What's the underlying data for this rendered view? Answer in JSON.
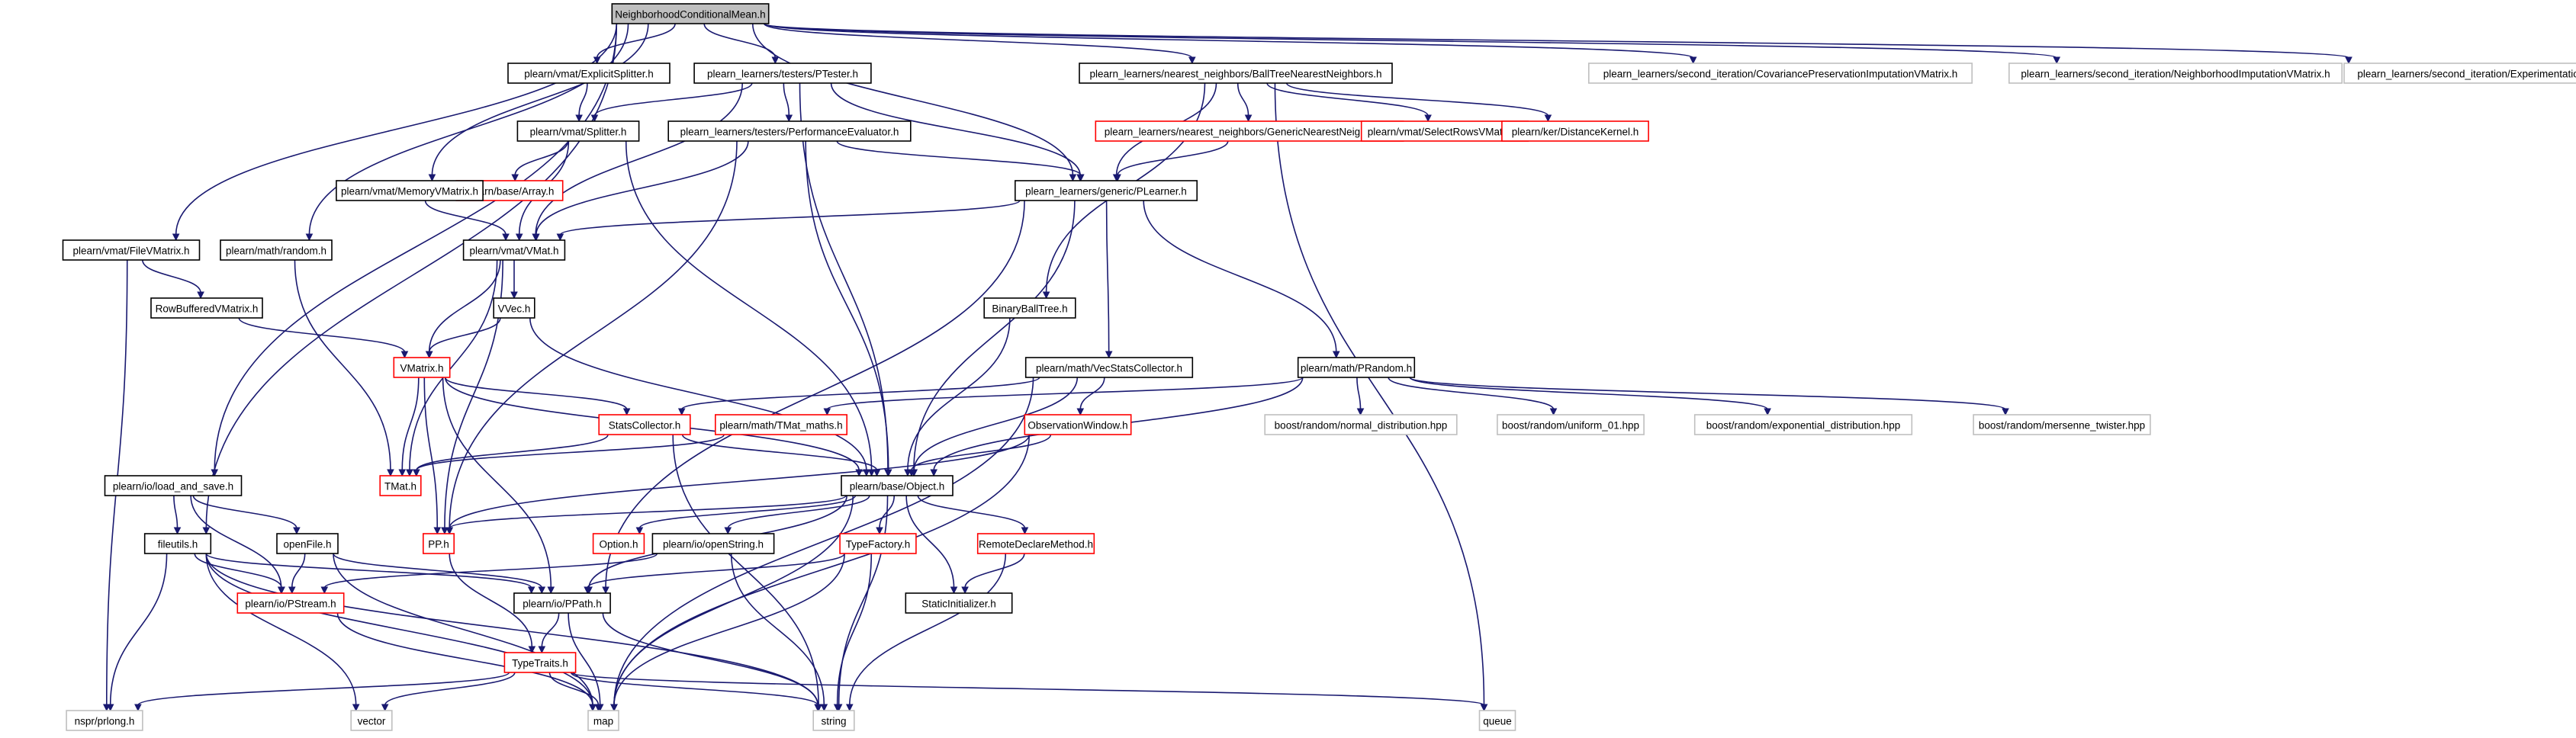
{
  "colors": {
    "edge": "#191970",
    "border_normal": "#000000",
    "border_partial": "#ff0000",
    "border_external": "#bfbfbf",
    "root_fill": "#bfbfbf",
    "fill": "#ffffff",
    "text": "#000000"
  },
  "nodes": [
    {
      "id": "root",
      "label": "NeighborhoodConditionalMean.h",
      "style": "root"
    },
    {
      "id": "explicitSplitter",
      "label": "plearn/vmat/ExplicitSplitter.h",
      "style": "normal"
    },
    {
      "id": "ptester",
      "label": "plearn_learners/testers/PTester.h",
      "style": "normal"
    },
    {
      "id": "ballTree",
      "label": "plearn_learners/nearest_neighbors/BallTreeNearestNeighbors.h",
      "style": "normal"
    },
    {
      "id": "covPres",
      "label": "plearn_learners/second_iteration/CovariancePreservationImputationVMatrix.h",
      "style": "external"
    },
    {
      "id": "nbImp",
      "label": "plearn_learners/second_iteration/NeighborhoodImputationVMatrix.h",
      "style": "external"
    },
    {
      "id": "experimentation",
      "label": "plearn_learners/second_iteration/Experimentation.h",
      "style": "external"
    },
    {
      "id": "splitter",
      "label": "plearn/vmat/Splitter.h",
      "style": "normal"
    },
    {
      "id": "perfEval",
      "label": "plearn_learners/testers/PerformanceEvaluator.h",
      "style": "normal"
    },
    {
      "id": "genericNN",
      "label": "plearn_learners/nearest_neighbors/GenericNearestNeighbors.h",
      "style": "partial"
    },
    {
      "id": "selectRows",
      "label": "plearn/vmat/SelectRowsVMatrix.h",
      "style": "partial"
    },
    {
      "id": "distKernel",
      "label": "plearn/ker/DistanceKernel.h",
      "style": "partial"
    },
    {
      "id": "array",
      "label": "plearn/base/Array.h",
      "style": "partial"
    },
    {
      "id": "memoryVM",
      "label": "plearn/vmat/MemoryVMatrix.h",
      "style": "normal"
    },
    {
      "id": "plearner",
      "label": "plearn_learners/generic/PLearner.h",
      "style": "normal"
    },
    {
      "id": "fileVM",
      "label": "plearn/vmat/FileVMatrix.h",
      "style": "normal"
    },
    {
      "id": "random",
      "label": "plearn/math/random.h",
      "style": "normal"
    },
    {
      "id": "vmat",
      "label": "plearn/vmat/VMat.h",
      "style": "normal"
    },
    {
      "id": "rowBuf",
      "label": "RowBufferedVMatrix.h",
      "style": "normal"
    },
    {
      "id": "vvec",
      "label": "VVec.h",
      "style": "normal"
    },
    {
      "id": "binaryBall",
      "label": "BinaryBallTree.h",
      "style": "normal"
    },
    {
      "id": "vecStats",
      "label": "plearn/math/VecStatsCollector.h",
      "style": "normal"
    },
    {
      "id": "prandom",
      "label": "plearn/math/PRandom.h",
      "style": "normal"
    },
    {
      "id": "vmatrix",
      "label": "VMatrix.h",
      "style": "partial"
    },
    {
      "id": "statsCollector",
      "label": "StatsCollector.h",
      "style": "partial"
    },
    {
      "id": "tmatMaths",
      "label": "plearn/math/TMat_maths.h",
      "style": "partial"
    },
    {
      "id": "obsWindow",
      "label": "ObservationWindow.h",
      "style": "partial"
    },
    {
      "id": "normalDist",
      "label": "boost/random/normal_distribution.hpp",
      "style": "external"
    },
    {
      "id": "uniform01",
      "label": "boost/random/uniform_01.hpp",
      "style": "external"
    },
    {
      "id": "expDist",
      "label": "boost/random/exponential_distribution.hpp",
      "style": "external"
    },
    {
      "id": "mersenne",
      "label": "boost/random/mersenne_twister.hpp",
      "style": "external"
    },
    {
      "id": "loadSave",
      "label": "plearn/io/load_and_save.h",
      "style": "normal"
    },
    {
      "id": "tmat",
      "label": "TMat.h",
      "style": "partial"
    },
    {
      "id": "object",
      "label": "plearn/base/Object.h",
      "style": "normal"
    },
    {
      "id": "fileutils",
      "label": "fileutils.h",
      "style": "normal"
    },
    {
      "id": "openFile",
      "label": "openFile.h",
      "style": "normal"
    },
    {
      "id": "pp",
      "label": "PP.h",
      "style": "partial"
    },
    {
      "id": "option",
      "label": "Option.h",
      "style": "partial"
    },
    {
      "id": "openString",
      "label": "plearn/io/openString.h",
      "style": "normal"
    },
    {
      "id": "typeFactory",
      "label": "TypeFactory.h",
      "style": "partial"
    },
    {
      "id": "remoteDeclare",
      "label": "RemoteDeclareMethod.h",
      "style": "partial"
    },
    {
      "id": "pstream",
      "label": "plearn/io/PStream.h",
      "style": "partial"
    },
    {
      "id": "ppath",
      "label": "plearn/io/PPath.h",
      "style": "normal"
    },
    {
      "id": "staticInit",
      "label": "StaticInitializer.h",
      "style": "normal"
    },
    {
      "id": "typeTraits",
      "label": "TypeTraits.h",
      "style": "partial"
    },
    {
      "id": "nsprPrlong",
      "label": "nspr/prlong.h",
      "style": "external"
    },
    {
      "id": "vector",
      "label": "vector",
      "style": "external"
    },
    {
      "id": "map",
      "label": "map",
      "style": "external"
    },
    {
      "id": "string",
      "label": "string",
      "style": "external"
    },
    {
      "id": "queue",
      "label": "queue",
      "style": "external"
    }
  ],
  "edges": [
    [
      "root",
      "explicitSplitter"
    ],
    [
      "root",
      "ptester"
    ],
    [
      "root",
      "ballTree"
    ],
    [
      "root",
      "covPres"
    ],
    [
      "root",
      "nbImp"
    ],
    [
      "root",
      "experimentation"
    ],
    [
      "root",
      "memoryVM"
    ],
    [
      "root",
      "random"
    ],
    [
      "root",
      "fileVM"
    ],
    [
      "root",
      "loadSave"
    ],
    [
      "root",
      "fileutils"
    ],
    [
      "root",
      "plearner"
    ],
    [
      "explicitSplitter",
      "splitter"
    ],
    [
      "ptester",
      "splitter"
    ],
    [
      "ptester",
      "perfEval"
    ],
    [
      "ptester",
      "plearner"
    ],
    [
      "ptester",
      "vmat"
    ],
    [
      "ptester",
      "object"
    ],
    [
      "ballTree",
      "genericNN"
    ],
    [
      "ballTree",
      "selectRows"
    ],
    [
      "ballTree",
      "distKernel"
    ],
    [
      "ballTree",
      "plearner"
    ],
    [
      "ballTree",
      "binaryBall"
    ],
    [
      "ballTree",
      "queue"
    ],
    [
      "splitter",
      "array"
    ],
    [
      "splitter",
      "vmat"
    ],
    [
      "splitter",
      "object"
    ],
    [
      "perfEval",
      "plearner"
    ],
    [
      "perfEval",
      "vmat"
    ],
    [
      "perfEval",
      "pp"
    ],
    [
      "perfEval",
      "object"
    ],
    [
      "genericNN",
      "plearner"
    ],
    [
      "memoryVM",
      "vmat"
    ],
    [
      "plearner",
      "vmat"
    ],
    [
      "plearner",
      "vecStats"
    ],
    [
      "plearner",
      "prandom"
    ],
    [
      "plearner",
      "ppath"
    ],
    [
      "plearner",
      "object"
    ],
    [
      "fileVM",
      "rowBuf"
    ],
    [
      "fileVM",
      "nsprPrlong"
    ],
    [
      "random",
      "tmat"
    ],
    [
      "vmat",
      "vvec"
    ],
    [
      "vmat",
      "vmatrix"
    ],
    [
      "vmat",
      "tmat"
    ],
    [
      "vmat",
      "pp"
    ],
    [
      "rowBuf",
      "vmatrix"
    ],
    [
      "vvec",
      "vmatrix"
    ],
    [
      "vvec",
      "object"
    ],
    [
      "binaryBall",
      "object"
    ],
    [
      "vecStats",
      "statsCollector"
    ],
    [
      "vecStats",
      "obsWindow"
    ],
    [
      "vecStats",
      "object"
    ],
    [
      "vecStats",
      "map"
    ],
    [
      "prandom",
      "tmatMaths"
    ],
    [
      "prandom",
      "normalDist"
    ],
    [
      "prandom",
      "uniform01"
    ],
    [
      "prandom",
      "expDist"
    ],
    [
      "prandom",
      "mersenne"
    ],
    [
      "prandom",
      "object"
    ],
    [
      "vmatrix",
      "statsCollector"
    ],
    [
      "vmatrix",
      "tmat"
    ],
    [
      "vmatrix",
      "object"
    ],
    [
      "vmatrix",
      "pp"
    ],
    [
      "vmatrix",
      "ppath"
    ],
    [
      "statsCollector",
      "tmat"
    ],
    [
      "statsCollector",
      "object"
    ],
    [
      "statsCollector",
      "string"
    ],
    [
      "tmatMaths",
      "tmat"
    ],
    [
      "obsWindow",
      "object"
    ],
    [
      "obsWindow",
      "pp"
    ],
    [
      "obsWindow",
      "map"
    ],
    [
      "loadSave",
      "fileutils"
    ],
    [
      "loadSave",
      "openFile"
    ],
    [
      "loadSave",
      "pstream"
    ],
    [
      "object",
      "pp"
    ],
    [
      "object",
      "option"
    ],
    [
      "object",
      "openString"
    ],
    [
      "object",
      "typeFactory"
    ],
    [
      "object",
      "remoteDeclare"
    ],
    [
      "object",
      "staticInit"
    ],
    [
      "object",
      "ppath"
    ],
    [
      "object",
      "map"
    ],
    [
      "object",
      "string"
    ],
    [
      "fileutils",
      "pstream"
    ],
    [
      "fileutils",
      "ppath"
    ],
    [
      "fileutils",
      "nsprPrlong"
    ],
    [
      "fileutils",
      "vector"
    ],
    [
      "fileutils",
      "map"
    ],
    [
      "fileutils",
      "string"
    ],
    [
      "openFile",
      "pstream"
    ],
    [
      "openFile",
      "ppath"
    ],
    [
      "openFile",
      "map"
    ],
    [
      "pp",
      "typeTraits"
    ],
    [
      "openString",
      "pstream"
    ],
    [
      "openString",
      "string"
    ],
    [
      "typeFactory",
      "ppath"
    ],
    [
      "typeFactory",
      "map"
    ],
    [
      "typeFactory",
      "string"
    ],
    [
      "remoteDeclare",
      "staticInit"
    ],
    [
      "remoteDeclare",
      "string"
    ],
    [
      "pstream",
      "map"
    ],
    [
      "ppath",
      "typeTraits"
    ],
    [
      "ppath",
      "map"
    ],
    [
      "ppath",
      "string"
    ],
    [
      "typeTraits",
      "nsprPrlong"
    ],
    [
      "typeTraits",
      "vector"
    ],
    [
      "typeTraits",
      "map"
    ],
    [
      "typeTraits",
      "string"
    ],
    [
      "typeTraits",
      "queue"
    ]
  ]
}
